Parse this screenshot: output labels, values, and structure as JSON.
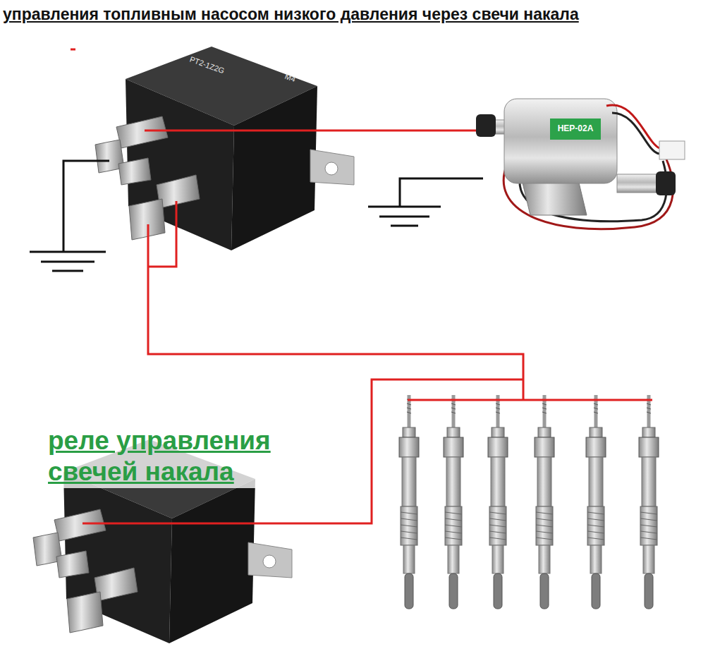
{
  "diagram": {
    "title": "управления топливным насосом низкого давления через свечи накала",
    "labels": [
      "реле управления свечей накала",
      "PT2-1Z2G",
      "M4",
      "HEP-02A"
    ]
  }
}
